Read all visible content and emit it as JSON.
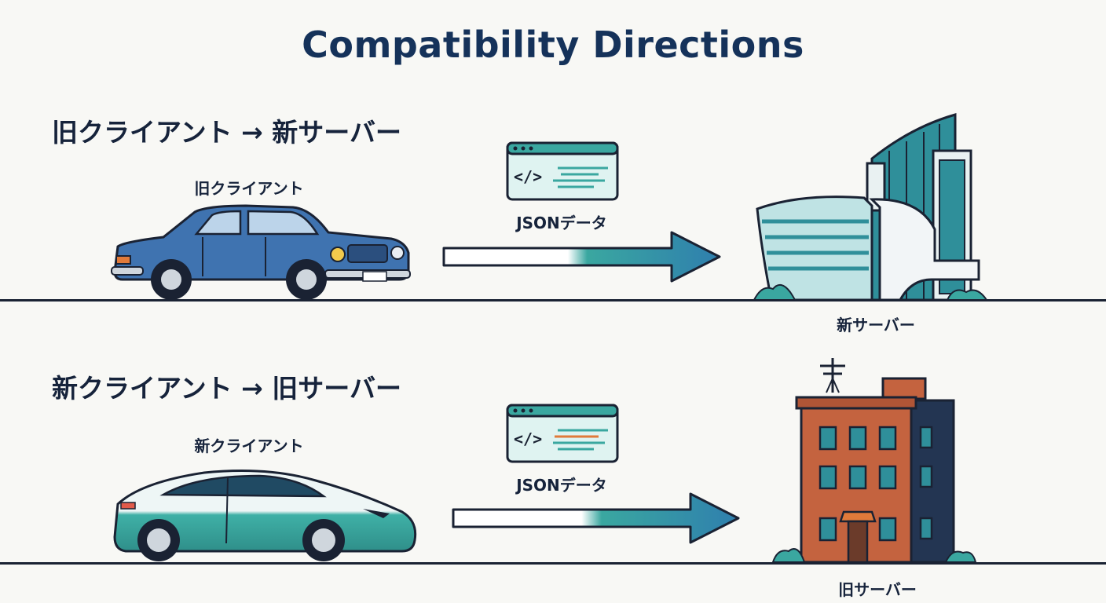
{
  "title": "Compatibility Directions",
  "sections": [
    {
      "heading": "旧クライアント → 新サーバー",
      "client_label": "旧クライアント",
      "payload_label": "JSONデータ",
      "server_label": "新サーバー"
    },
    {
      "heading": "新クライアント → 旧サーバー",
      "client_label": "新クライアント",
      "payload_label": "JSONデータ",
      "server_label": "旧サーバー"
    }
  ],
  "code_glyph": "</>",
  "colors": {
    "navy": "#15325a",
    "outline": "#1a2233",
    "old_car_blue": "#3f73b0",
    "new_car_teal": "#3fb0a6",
    "arrow_teal": "#3aa7a0",
    "arrow_blue": "#2f7fae",
    "brick": "#c4633f",
    "glass": "#2f8f9a"
  }
}
